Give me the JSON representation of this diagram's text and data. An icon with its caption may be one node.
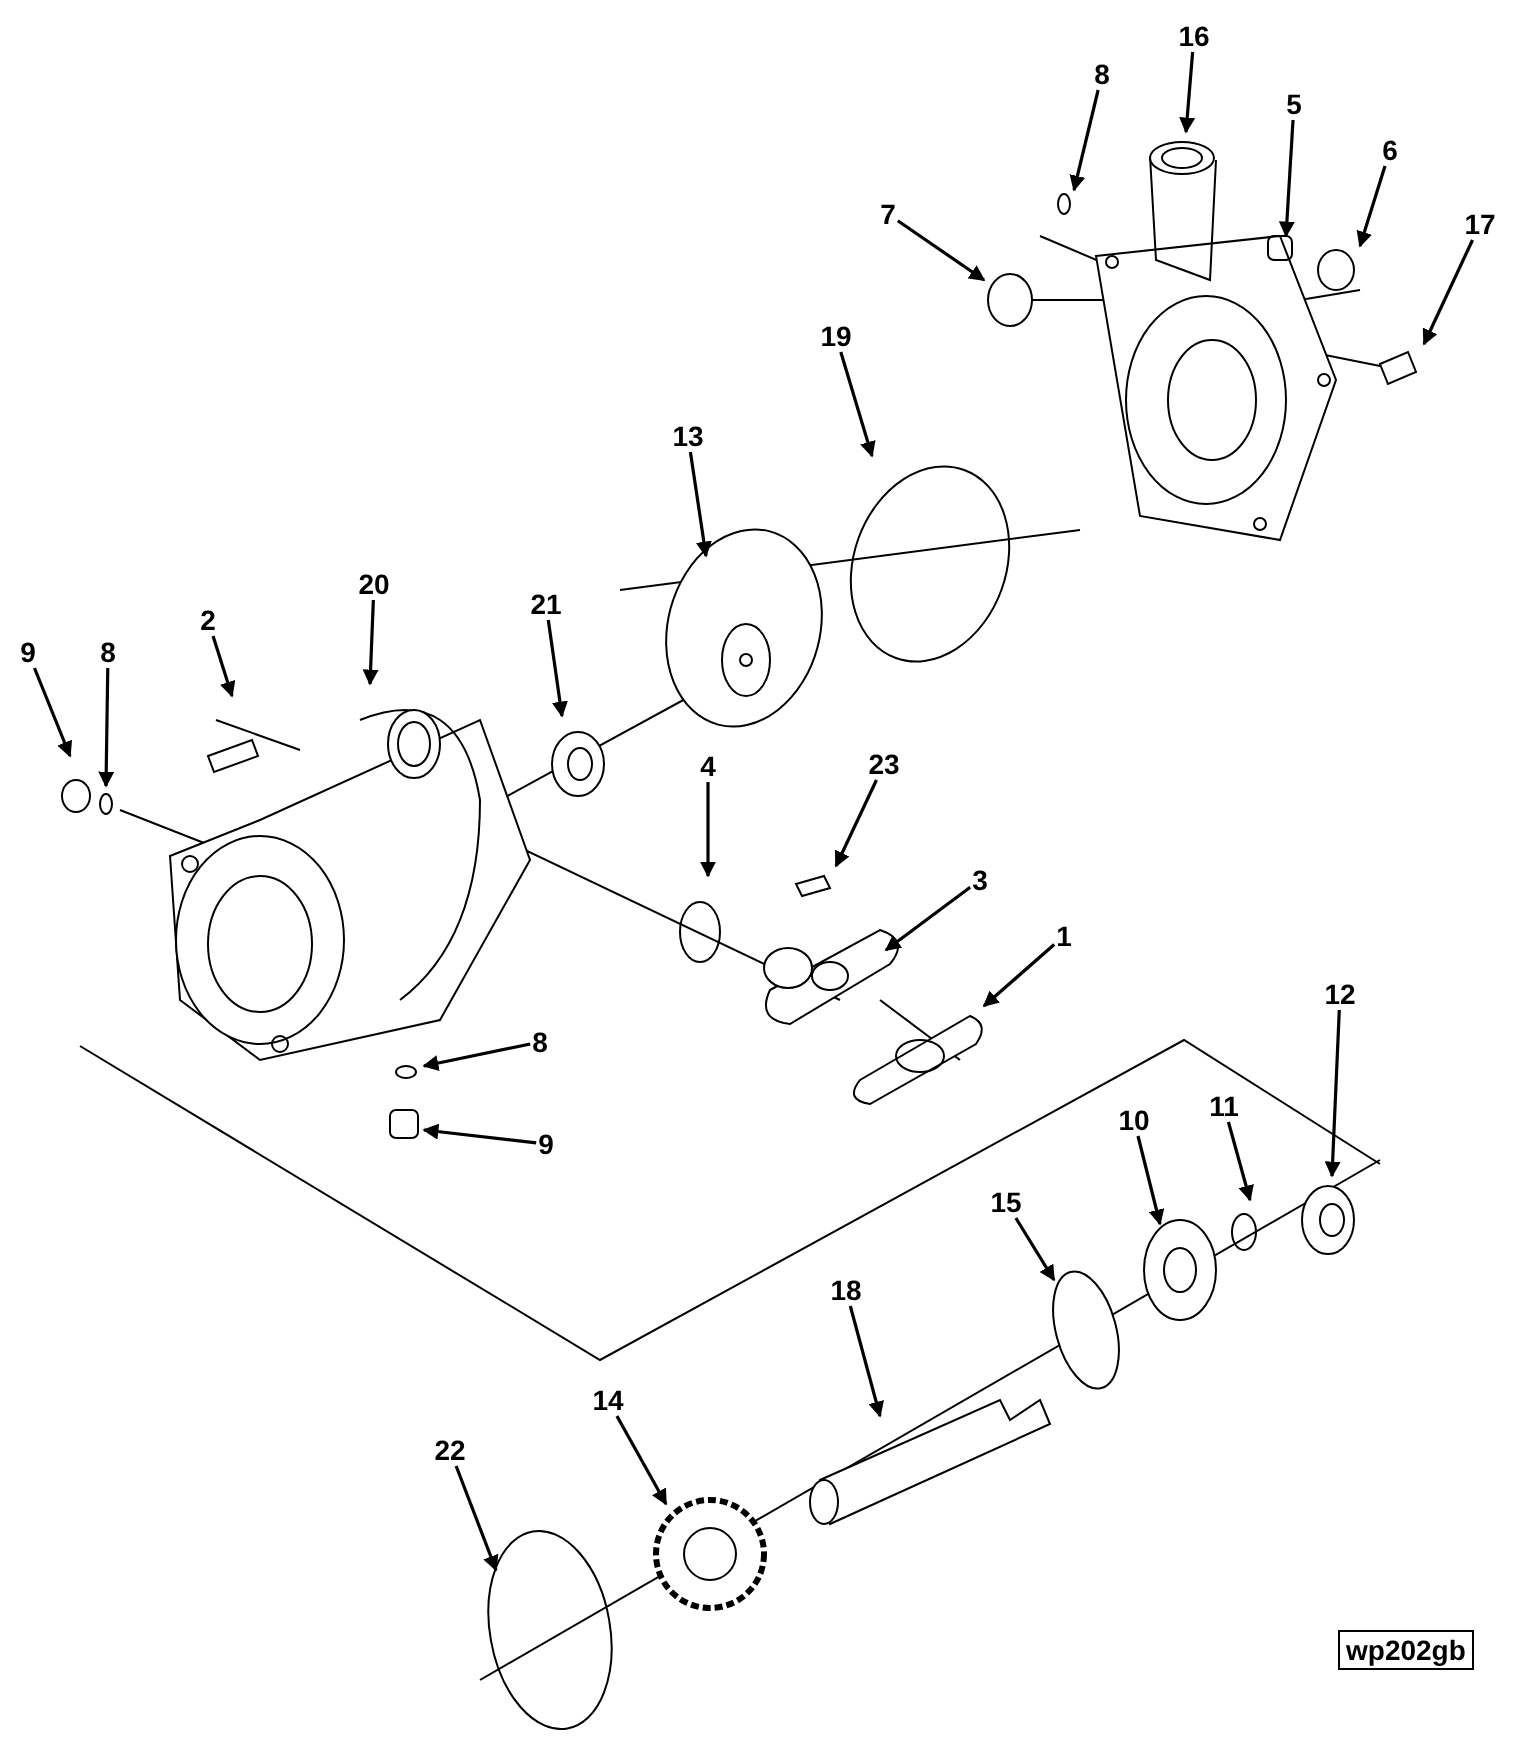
{
  "diagram": {
    "nodes": [
      {
        "text": [
          "16"
        ]
      },
      {
        "text": [
          "8"
        ]
      },
      {
        "text": [
          "5"
        ]
      },
      {
        "text": [
          "6"
        ]
      },
      {
        "text": [
          "7"
        ]
      },
      {
        "text": [
          "17"
        ]
      },
      {
        "text": [
          "19"
        ]
      },
      {
        "text": [
          "13"
        ]
      },
      {
        "text": [
          "20"
        ]
      },
      {
        "text": [
          "21"
        ]
      },
      {
        "text": [
          "2"
        ]
      },
      {
        "text": [
          "9"
        ]
      },
      {
        "text": [
          "8"
        ]
      },
      {
        "text": [
          "4"
        ]
      },
      {
        "text": [
          "23"
        ]
      },
      {
        "text": [
          "3"
        ]
      },
      {
        "text": [
          "1"
        ]
      },
      {
        "text": [
          "8"
        ]
      },
      {
        "text": [
          "9"
        ]
      },
      {
        "text": [
          "12"
        ]
      },
      {
        "text": [
          "10"
        ]
      },
      {
        "text": [
          "11"
        ]
      },
      {
        "text": [
          "15"
        ]
      },
      {
        "text": [
          "18"
        ]
      },
      {
        "text": [
          "14"
        ]
      },
      {
        "text": [
          "22"
        ]
      },
      {
        "text": [
          "wp202gb"
        ]
      }
    ],
    "edges": [
      {
        "from": 0,
        "to": null,
        "arrow": "to"
      },
      {
        "from": 1,
        "to": null,
        "arrow": "to"
      },
      {
        "from": 2,
        "to": null,
        "arrow": "to"
      },
      {
        "from": 3,
        "to": null,
        "arrow": "to"
      },
      {
        "from": 4,
        "to": null,
        "arrow": "to"
      },
      {
        "from": 5,
        "to": null,
        "arrow": "to"
      },
      {
        "from": 6,
        "to": null,
        "arrow": "to"
      },
      {
        "from": 7,
        "to": null,
        "arrow": "to"
      },
      {
        "from": 8,
        "to": null,
        "arrow": "to"
      },
      {
        "from": 9,
        "to": null,
        "arrow": "to"
      },
      {
        "from": 10,
        "to": null,
        "arrow": "to"
      },
      {
        "from": 11,
        "to": null,
        "arrow": "to"
      },
      {
        "from": 12,
        "to": null,
        "arrow": "to"
      },
      {
        "from": 13,
        "to": null,
        "arrow": "to"
      },
      {
        "from": 14,
        "to": null,
        "arrow": "to"
      },
      {
        "from": 15,
        "to": null,
        "arrow": "to"
      },
      {
        "from": 16,
        "to": null,
        "arrow": "to"
      },
      {
        "from": 17,
        "to": null,
        "arrow": "to"
      },
      {
        "from": 18,
        "to": null,
        "arrow": "to"
      },
      {
        "from": 19,
        "to": null,
        "arrow": "to"
      },
      {
        "from": 20,
        "to": null,
        "arrow": "to"
      },
      {
        "from": 21,
        "to": null,
        "arrow": "to"
      },
      {
        "from": 22,
        "to": null,
        "arrow": "to"
      },
      {
        "from": 23,
        "to": null,
        "arrow": "to"
      },
      {
        "from": 24,
        "to": null,
        "arrow": "to"
      },
      {
        "from": 25,
        "to": null,
        "arrow": "to"
      }
    ]
  }
}
